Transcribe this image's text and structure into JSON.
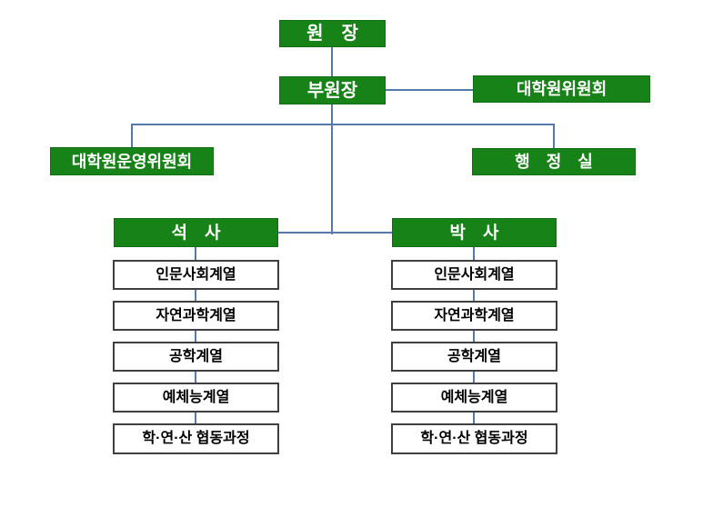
{
  "colors": {
    "background": "#ffffff",
    "box_green": "#178217",
    "box_green_border": "#0f6e12",
    "box_white_border": "#3f3f3f",
    "line": "#5579ad",
    "text_on_green": "#ffffff",
    "text_on_white": "#000000"
  },
  "org_chart": {
    "director": {
      "label": "원　장"
    },
    "vice_director": {
      "label": "부원장"
    },
    "grad_committee": {
      "label": "대학원위원회"
    },
    "steering_committee": {
      "label": "대학원운영위원회"
    },
    "admin_office": {
      "label": "행　정　실"
    },
    "columns": [
      {
        "header": "석　사",
        "items": [
          "인문사회계열",
          "자연과학계열",
          "공학계열",
          "예체능계열",
          "학·연·산 협동과정"
        ]
      },
      {
        "header": "박　사",
        "items": [
          "인문사회계열",
          "자연과학계열",
          "공학계열",
          "예체능계열",
          "학·연·산 협동과정"
        ]
      }
    ]
  }
}
